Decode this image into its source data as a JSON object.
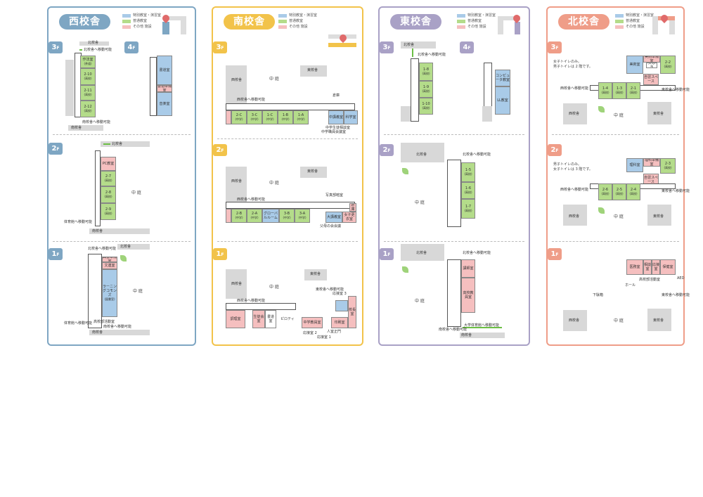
{
  "legend": {
    "special": "特別教室・演習室",
    "regular": "普通教室",
    "other": "その他 施設"
  },
  "colors": {
    "west": "#7ea6c3",
    "south": "#f2c34a",
    "east": "#a9a1c6",
    "north": "#ef9d88",
    "special": "#a9cbe8",
    "regular": "#b4dc8a",
    "other": "#f5bfbf"
  },
  "west": {
    "title": "西校舎",
    "f3": {
      "floor": "3",
      "north_bldg": "北校舎",
      "to_north": "北校舎へ移動可能",
      "rooms": [
        {
          "name": "作法室",
          "sub": "(茶道)"
        },
        {
          "name": "2-10",
          "sub": "(高校)"
        },
        {
          "name": "2-11",
          "sub": "(高校)"
        },
        {
          "name": "2-12",
          "sub": "(高校)"
        }
      ],
      "to_south": "南校舎へ移動可能",
      "south_bldg": "南校舎"
    },
    "f4": {
      "floor": "4",
      "rooms": [
        {
          "name": "書道室"
        },
        {
          "name": "書道準備室"
        },
        {
          "name": "音楽室"
        }
      ]
    },
    "f2": {
      "floor": "2",
      "north_bldg": "北校舎",
      "rooms": [
        {
          "name": "PC教室"
        },
        {
          "name": "2-7",
          "sub": "(高校)"
        },
        {
          "name": "2-8",
          "sub": "(高校)"
        },
        {
          "name": "2-9",
          "sub": "(高校)"
        }
      ],
      "court": "中 庭",
      "to_gym": "体育館へ移動可能",
      "south_bldg": "南校舎"
    },
    "f1": {
      "floor": "1",
      "to_north": "北校舎へ移動可能",
      "north_bldg": "北校舎",
      "rooms": [
        {
          "name": "図書準備室"
        },
        {
          "name": "文連室"
        },
        {
          "name": "ラーニングコモンズ",
          "sub": "(図書室)"
        }
      ],
      "court": "中 庭",
      "office": "高校部活動室",
      "to_gym": "体育館へ移動可能",
      "to_south": "南校舎へ移動可能",
      "south_bldg": "南校舎"
    }
  },
  "south": {
    "title": "南校舎",
    "f3": {
      "floor": "3",
      "west_bldg": "西校舎",
      "court": "中 庭",
      "east_bldg": "東校舎",
      "to_west": "西校舎へ移動可能",
      "storage": "倉庫",
      "rooms": [
        {
          "name": "2-C",
          "sub": "(中学)"
        },
        {
          "name": "3-C",
          "sub": "(中学)"
        },
        {
          "name": "1-C",
          "sub": "(中学)"
        },
        {
          "name": "1-B",
          "sub": "(中学)"
        },
        {
          "name": "1-A",
          "sub": "(中学)"
        },
        {
          "name": "中講義室"
        },
        {
          "name": "科学室"
        }
      ],
      "counsel": "中学生徒相談室",
      "council": "中学職員会議室"
    },
    "f2": {
      "floor": "2",
      "west_bldg": "西校舎",
      "court": "中 庭",
      "east_bldg": "東校舎",
      "to_west": "西校舎へ移動可能",
      "photo": "写真部暗室",
      "storage": "倉庫",
      "rooms": [
        {
          "name": "2-B",
          "sub": "(中学)"
        },
        {
          "name": "2-A",
          "sub": "(中学)"
        },
        {
          "name": "グローバルルーム"
        },
        {
          "name": "3-B",
          "sub": "(中学)"
        },
        {
          "name": "3-A",
          "sub": "(中学)"
        },
        {
          "name": "大講義室"
        },
        {
          "name": "女子更衣室"
        }
      ],
      "parents": "父母の会会議"
    },
    "f1": {
      "floor": "1",
      "west_bldg": "西校舎",
      "court": "中 庭",
      "east_bldg": "東校舎",
      "to_west": "西校舎へ移動可能",
      "to_east": "東校舎へ移動可能",
      "reception3": "応接室 3",
      "rooms": [
        {
          "name": "調理室"
        },
        {
          "name": "生徒会室"
        },
        {
          "name": "書道室"
        },
        {
          "name": "中学教員室"
        },
        {
          "name": "印刷室"
        },
        {
          "name": "校長室"
        }
      ],
      "piloti": "ピロティ",
      "reception2": "応接室 2",
      "reception1": "応接室 1",
      "entrance": "人室正門"
    }
  },
  "east": {
    "title": "東校舎",
    "f3": {
      "floor": "3",
      "north_bldg": "北校舎",
      "to_north": "北校舎へ移動可能",
      "rooms": [
        {
          "name": "1-8",
          "sub": "(高校)"
        },
        {
          "name": "1-9",
          "sub": "(高校)"
        },
        {
          "name": "1-10",
          "sub": "(高校)"
        }
      ]
    },
    "f4": {
      "floor": "4",
      "rooms": [
        {
          "name": "コンピュータ教室"
        },
        {
          "name": "LL教室"
        }
      ]
    },
    "f2": {
      "floor": "2",
      "north_bldg": "北校舎",
      "to_north": "北校舎へ移動可能",
      "court": "中 庭",
      "rooms": [
        {
          "name": "1-5",
          "sub": "(高校)"
        },
        {
          "name": "1-6",
          "sub": "(高校)"
        },
        {
          "name": "1-7",
          "sub": "(高校)"
        }
      ]
    },
    "f1": {
      "floor": "1",
      "north_bldg": "北校舎",
      "to_north": "北校舎へ移動可能",
      "court": "中 庭",
      "rooms": [
        {
          "name": "講師室"
        },
        {
          "name": "高校教員室"
        }
      ],
      "to_gym": "大学体育館へ移動可能",
      "to_south": "南校舎へ移動可能",
      "south_bldg": "南校舎"
    }
  },
  "north": {
    "title": "北校舎",
    "f3": {
      "floor": "3",
      "note1": "女子トイレのみ。",
      "note2": "男子トイレは 2 階です。",
      "rooms": [
        {
          "name": "美術室"
        },
        {
          "name": "美術準備室"
        },
        {
          "name": "美しき"
        },
        {
          "name": "2-2",
          "sub": "(高校)"
        },
        {
          "name": "自習スペース"
        },
        {
          "name": "1-4",
          "sub": "(高校)"
        },
        {
          "name": "1-3",
          "sub": "(高校)"
        },
        {
          "name": "2-1",
          "sub": "(高校)"
        }
      ],
      "to_west": "西校舎へ移動可能",
      "to_east": "東校舎へ移動可能",
      "west_bldg": "西校舎",
      "court": "中 庭",
      "east_bldg": "東校舎"
    },
    "f2": {
      "floor": "2",
      "note1": "男子トイレのみ。",
      "note2": "女子トイレは 3 階です。",
      "rooms": [
        {
          "name": "理科室"
        },
        {
          "name": "理科準備室"
        },
        {
          "name": "2-3",
          "sub": "(高校)"
        },
        {
          "name": "自習スペース"
        },
        {
          "name": "2-6",
          "sub": "(高校)"
        },
        {
          "name": "2-5",
          "sub": "(高校)"
        },
        {
          "name": "2-4",
          "sub": "(高校)"
        }
      ],
      "to_west": "西校舎へ移動可能",
      "to_east": "東校舎へ移動可能",
      "west_bldg": "西校舎",
      "court": "中 庭",
      "east_bldg": "東校舎"
    },
    "f1": {
      "floor": "1",
      "rooms": [
        {
          "name": "医務室"
        },
        {
          "name": "相談室"
        },
        {
          "name": "応接室"
        },
        {
          "name": "保健室"
        }
      ],
      "office": "高校部活動室",
      "aed": "AED",
      "hall": "ホール",
      "shoes": "下駄箱",
      "to_east": "東校舎へ移動可能",
      "west_bldg": "西校舎",
      "court": "中 庭",
      "east_bldg": "東校舎"
    }
  }
}
